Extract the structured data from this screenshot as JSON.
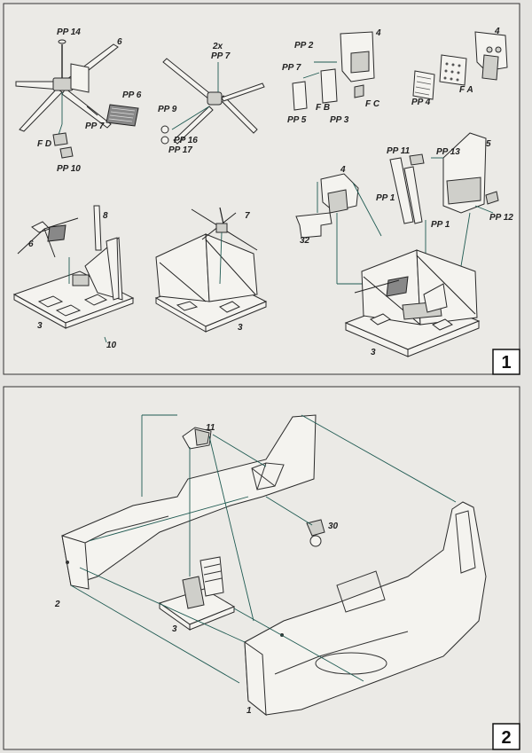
{
  "step1": {
    "number": "1",
    "labels": {
      "pp14": "PP 14",
      "p6a": "6",
      "pp6": "PP 6",
      "pp7a": "PP 7",
      "fd": "F D",
      "pp10": "PP 10",
      "x2": "2x",
      "pp7b": "PP 7",
      "pp9": "PP 9",
      "pp16": "PP 16",
      "pp17": "PP 17",
      "pp2": "PP 2",
      "p4a": "4",
      "pp7c": "PP 7",
      "fb": "F B",
      "fc": "F C",
      "pp5": "PP 5",
      "pp3": "PP 3",
      "p4b": "4",
      "fa": "F A",
      "pp4": "PP 4",
      "pp11": "PP 11",
      "pp13": "PP 13",
      "p5": "5",
      "pp1a": "PP 1",
      "pp1b": "PP 1",
      "pp12": "PP 12",
      "p4c": "4",
      "p32": "32",
      "p8": "8",
      "p6b": "6",
      "p3a": "3",
      "p10": "10",
      "p7": "7",
      "p3b": "3",
      "p3c": "3"
    }
  },
  "step2": {
    "number": "2",
    "labels": {
      "p11": "11",
      "p30": "30",
      "p2": "2",
      "p3": "3",
      "p1": "1"
    }
  }
}
